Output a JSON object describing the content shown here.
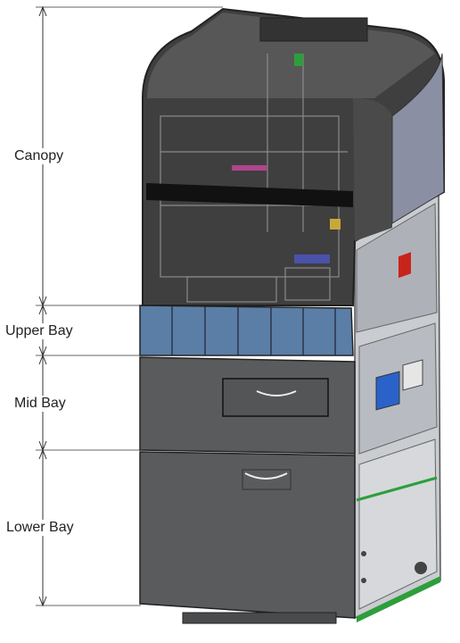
{
  "sections": [
    {
      "id": "canopy",
      "label": "Canopy"
    },
    {
      "id": "upper-bay",
      "label": "Upper Bay"
    },
    {
      "id": "mid-bay",
      "label": "Mid Bay"
    },
    {
      "id": "lower-bay",
      "label": "Lower Bay"
    }
  ],
  "colors": {
    "canopy_glass": "#3f3f3f",
    "cabinet": "#5a5b5d",
    "upper_bay_panels": "#5b7ea6",
    "side_frame": "#c9ccd1",
    "guide_green": "#2e9e3a",
    "warning_red": "#c8241c",
    "screen_blue": "#2a62c9"
  }
}
